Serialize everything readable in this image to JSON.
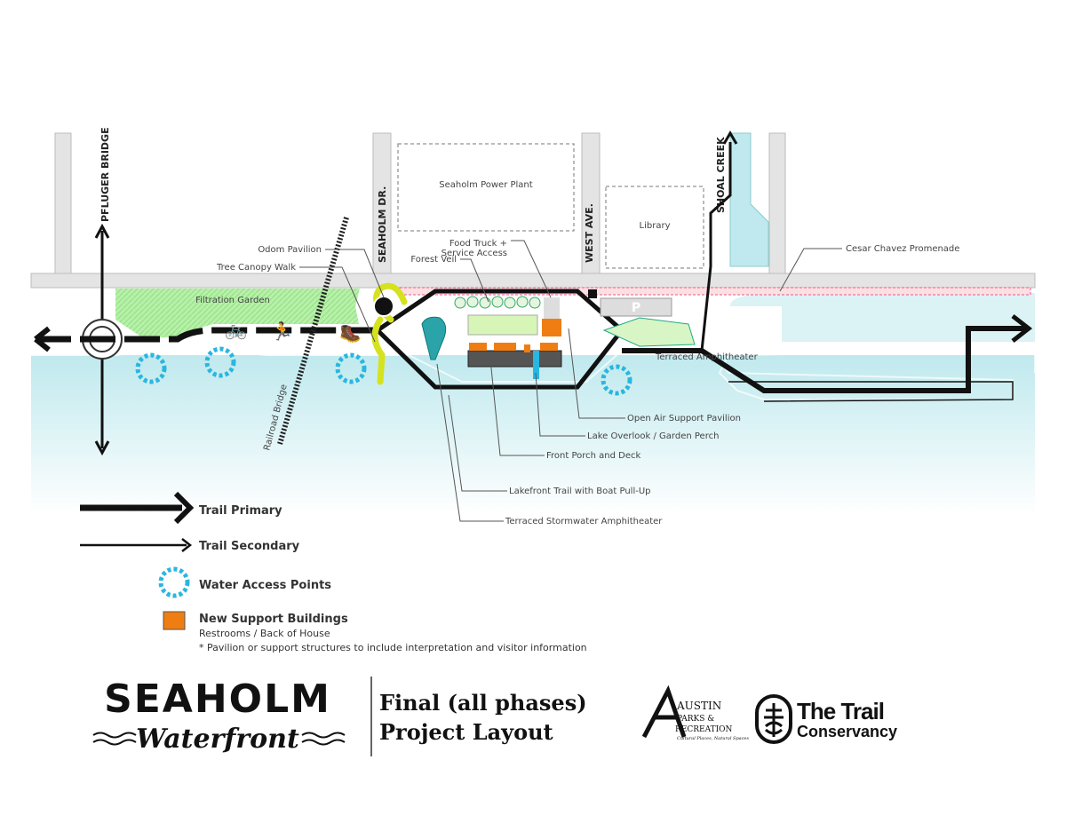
{
  "map": {
    "roads": {
      "pfluger": "PFLUGER BRIDGE",
      "seaholm_dr": "SEAHOLM DR.",
      "west_ave": "WEST AVE.",
      "shoal_creek": "SHOAL CREEK"
    },
    "places": {
      "power_plant": "Seaholm Power Plant",
      "library": "Library",
      "filtration_garden": "Filtration Garden",
      "parking": "P",
      "railroad_bridge": "Railroad Bridge",
      "terraced_amphitheater": "Terraced Amphitheater"
    },
    "callouts": {
      "odom_pavilion": "Odom Pavilion",
      "tree_canopy_walk": "Tree Canopy Walk",
      "food_truck_1": "Food Truck +",
      "food_truck_2": "Service Access",
      "forest_veil": "Forest Veil",
      "cesar_chavez": "Cesar Chavez Promenade",
      "open_air": "Open Air Support Pavilion",
      "lake_overlook": "Lake Overlook / Garden Perch",
      "front_porch": "Front Porch and Deck",
      "lakefront_trail": "Lakefront Trail with Boat Pull-Up",
      "stormwater": "Terraced Stormwater Amphitheater"
    },
    "colors": {
      "water": "#bfe9ee",
      "access": "#29b6e0",
      "building": "#f07d12",
      "canopy": "#d6e21d",
      "garden": "#a8ef9a"
    }
  },
  "legend": {
    "trail_primary": "Trail Primary",
    "trail_secondary": "Trail Secondary",
    "water_access": "Water Access Points",
    "support_buildings": "New Support Buildings",
    "support_sub": "Restrooms / Back of House",
    "note": "* Pavilion or support structures to include interpretation and visitor information"
  },
  "footer": {
    "logo_main": "SEAHOLM",
    "logo_sub": "Waterfront",
    "title_line1": "Final (all phases)",
    "title_line2": "Project Layout",
    "austin_logo": "AUSTIN PARKS & RECREATION — Cultural Places, Natural Spaces",
    "trail_conservancy_1": "The Trail",
    "trail_conservancy_2": "Conservancy"
  }
}
